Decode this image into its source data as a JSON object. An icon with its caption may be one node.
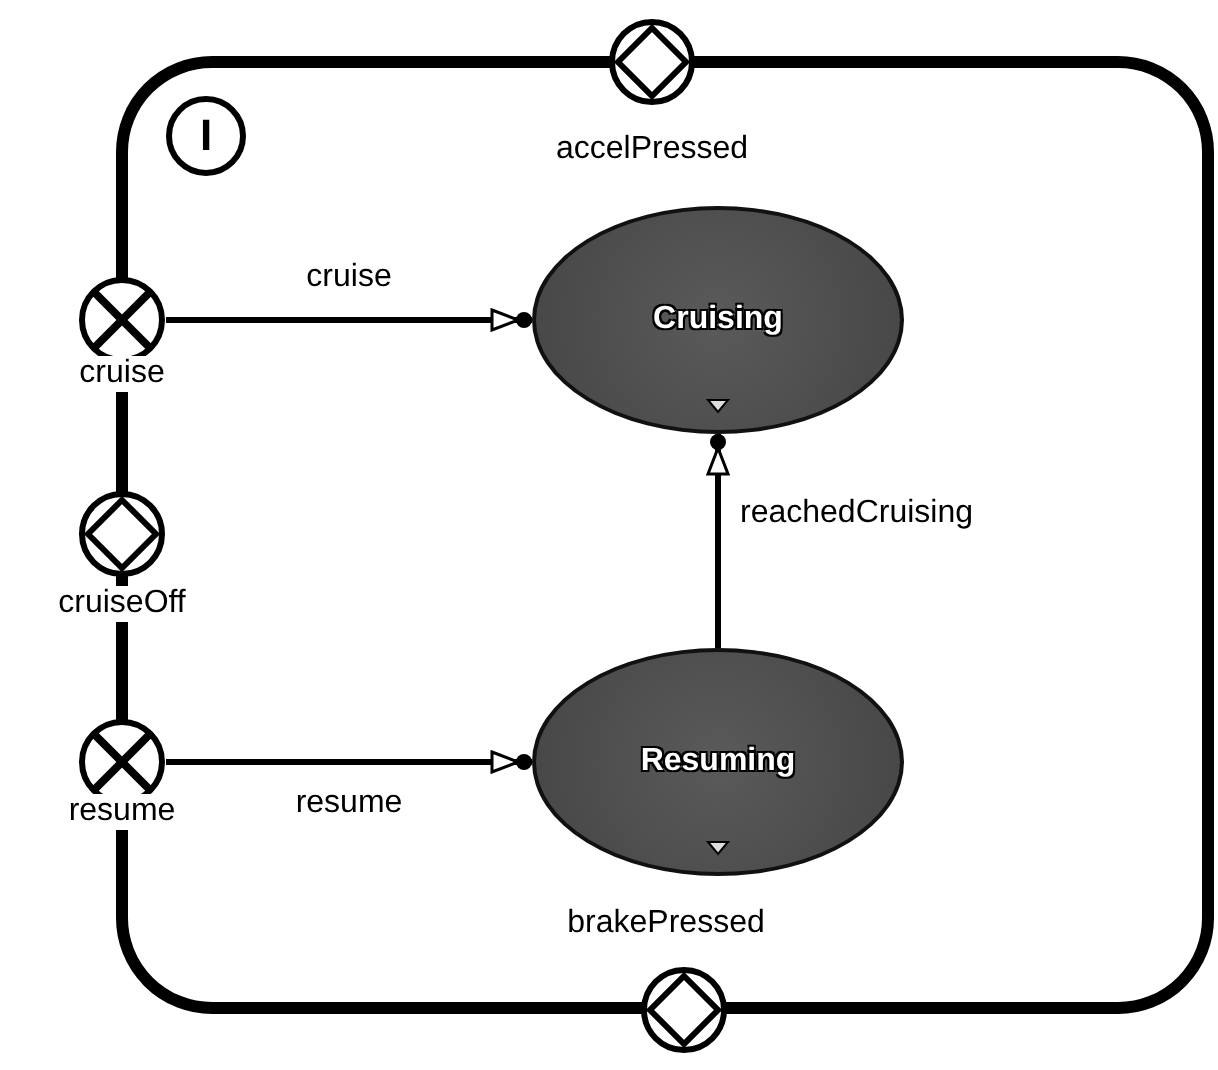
{
  "diagram": {
    "nodes": [
      {
        "text": [],
        "shape": "box"
      },
      {
        "text": [],
        "shape": "circle"
      },
      {
        "text": [],
        "shape": "circle",
        "beside": [
          "cruise"
        ]
      },
      {
        "text": [],
        "shape": "circle",
        "beside": [
          "cruiseOff"
        ]
      },
      {
        "text": [],
        "shape": "circle",
        "beside": [
          "resume"
        ]
      },
      {
        "text": [],
        "shape": "circle"
      },
      {
        "text": [
          "Cruising"
        ],
        "in": 0
      },
      {
        "text": [
          "Resuming"
        ],
        "in": 0
      }
    ],
    "edges": [
      {
        "from": 2,
        "to": 6,
        "arrow": "to",
        "label": "cruise"
      },
      {
        "from": 4,
        "to": 7,
        "arrow": "to",
        "label": "resume"
      },
      {
        "from": 7,
        "to": 6,
        "arrow": "to",
        "label": "reachedCruising"
      }
    ],
    "labels": [
      "I",
      "accelPressed",
      "brakePressed"
    ]
  }
}
